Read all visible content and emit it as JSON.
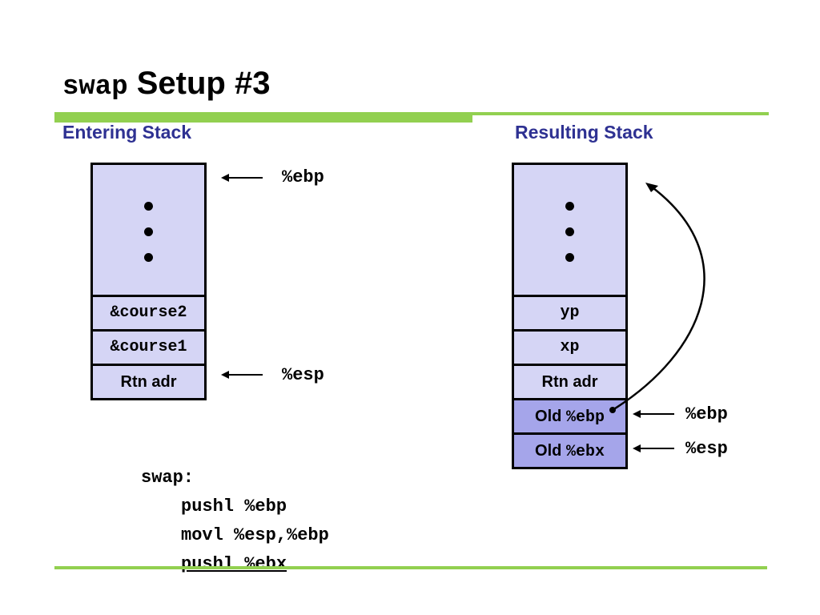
{
  "title": {
    "code": "swap",
    "text": " Setup #3"
  },
  "entering": {
    "heading": "Entering Stack",
    "cells": [
      "&course2",
      "&course1",
      "Rtn adr"
    ],
    "top_pointer": "%ebp",
    "bottom_pointer": "%esp"
  },
  "resulting": {
    "heading": "Resulting Stack",
    "cells": {
      "yp": "yp",
      "xp": "xp",
      "rtn": "Rtn adr",
      "old_ebp_prefix": "Old ",
      "old_ebp_reg": "%ebp",
      "old_ebx_prefix": "Old ",
      "old_ebx_reg": "%ebx"
    },
    "ebp_pointer": "%ebp",
    "esp_pointer": "%esp"
  },
  "code": {
    "label": "swap:",
    "lines": [
      "pushl %ebp",
      "movl %esp,%ebp",
      "pushl %ebx"
    ]
  },
  "colors": {
    "accent_green": "#92d050",
    "heading_blue": "#2e3192",
    "stack_fill": "#d5d5f5",
    "stack_fill_dark": "#a5a5ea"
  }
}
